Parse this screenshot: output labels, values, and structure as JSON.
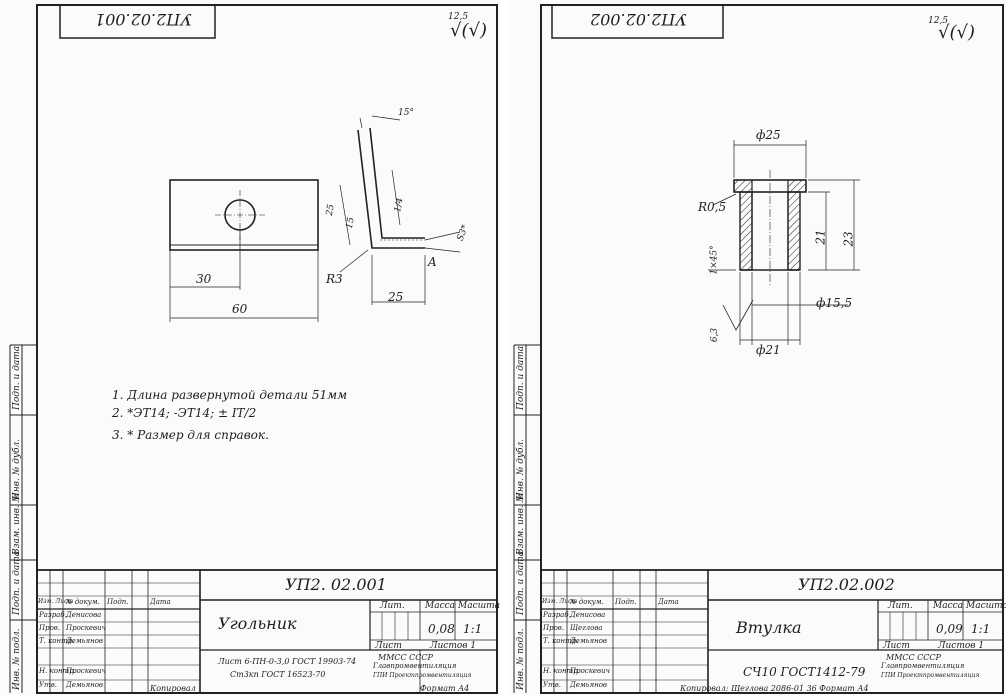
{
  "sheet1": {
    "top_code": "УП2.02.001",
    "roughness_mark": "12,5",
    "roughness_symbol": "√(√)",
    "dims": {
      "angle": "15°",
      "d25": "25",
      "d15": "15",
      "r3": "R3",
      "d30": "30",
      "d60": "60",
      "d25b": "25",
      "thick": "S3*",
      "view": "A",
      "small": "1/4"
    },
    "notes": [
      "1. Длина развернутой детали 51мм",
      "2. *ЭТ14; -ЭТ14; ± IT/2",
      "3. * Размер для справок."
    ],
    "title_code": "УП2. 02.001",
    "part_name": "Угольник",
    "mass": "0,08",
    "scale": "1:1",
    "material_line1": "Лист 6-ПН-0-3,0 ГОСТ 19903-74",
    "material_line2": "Ст3кп ГОСТ 16523-70",
    "org_line1": "ММСС СССР",
    "org_line2": "Главпромвентиляция",
    "org_line3": "ГПИ Проектпромвентиляция",
    "sheet_label": "Лист",
    "sheets_label": "Листов 1",
    "col_lit": "Лит.",
    "col_mass": "Масса",
    "col_scale": "Масштаб",
    "rows": [
      {
        "role": "Изм. Лист",
        "name": "№ докум.",
        "sign": "Подп.",
        "date": "Дата"
      },
      {
        "role": "Разраб.",
        "name": "Денисова",
        "sign": "",
        "date": ""
      },
      {
        "role": "Пров.",
        "name": "Проскевич",
        "sign": "",
        "date": ""
      },
      {
        "role": "Т. контр.",
        "name": "Демьянов",
        "sign": "",
        "date": ""
      },
      {
        "role": "Н. контр.",
        "name": "Проскевич",
        "sign": "",
        "date": ""
      },
      {
        "role": "Утв.",
        "name": "Демьянов",
        "sign": "",
        "date": ""
      }
    ],
    "side_labels": [
      "Инв. № подл.",
      "Подп. и дата",
      "Взам. инв. №",
      "Инв. № дубл.",
      "Подп. и дата"
    ],
    "footer_left": "Копировал",
    "footer_right": "Формат А4"
  },
  "sheet2": {
    "top_code": "УП2.02.002",
    "roughness_mark": "12,5",
    "roughness_symbol": "√(√)",
    "dims": {
      "d25": "ф25",
      "r05": "R0,5",
      "chamfer": "1×45°",
      "d21": "21",
      "d23": "23",
      "d155": "ф15,5",
      "d21b": "ф21",
      "rough": "6,3"
    },
    "title_code": "УП2.02.002",
    "part_name": "Втулка",
    "material": "СЧ10 ГОСТ1412-79",
    "mass": "0,09",
    "scale": "1:1",
    "org_line1": "ММСС СССР",
    "org_line2": "Главпромвентиляция",
    "org_line3": "ГПИ Проектпромвентиляция",
    "sheet_label": "Лист",
    "sheets_label": "Листов 1",
    "col_lit": "Лит.",
    "col_mass": "Масса",
    "col_scale": "Масштаб",
    "rows": [
      {
        "role": "Изм. Лист",
        "name": "№ докум.",
        "sign": "Подп.",
        "date": "Дата"
      },
      {
        "role": "Разраб.",
        "name": "Денисова",
        "sign": "",
        "date": ""
      },
      {
        "role": "Пров.",
        "name": "Щеглова",
        "sign": "",
        "date": ""
      },
      {
        "role": "Т. контр.",
        "name": "Демьянов",
        "sign": "",
        "date": ""
      },
      {
        "role": "Н. контр.",
        "name": "Проскевич",
        "sign": "",
        "date": ""
      },
      {
        "role": "Утв.",
        "name": "Демьянов",
        "sign": "",
        "date": ""
      }
    ],
    "side_labels": [
      "Инв. № подл.",
      "Подп. и дата",
      "Взам. инв. №",
      "Инв. № дубл.",
      "Подп. и дата"
    ],
    "footer": "Копировал: Щеглова 2086-01 36  Формат А4"
  }
}
